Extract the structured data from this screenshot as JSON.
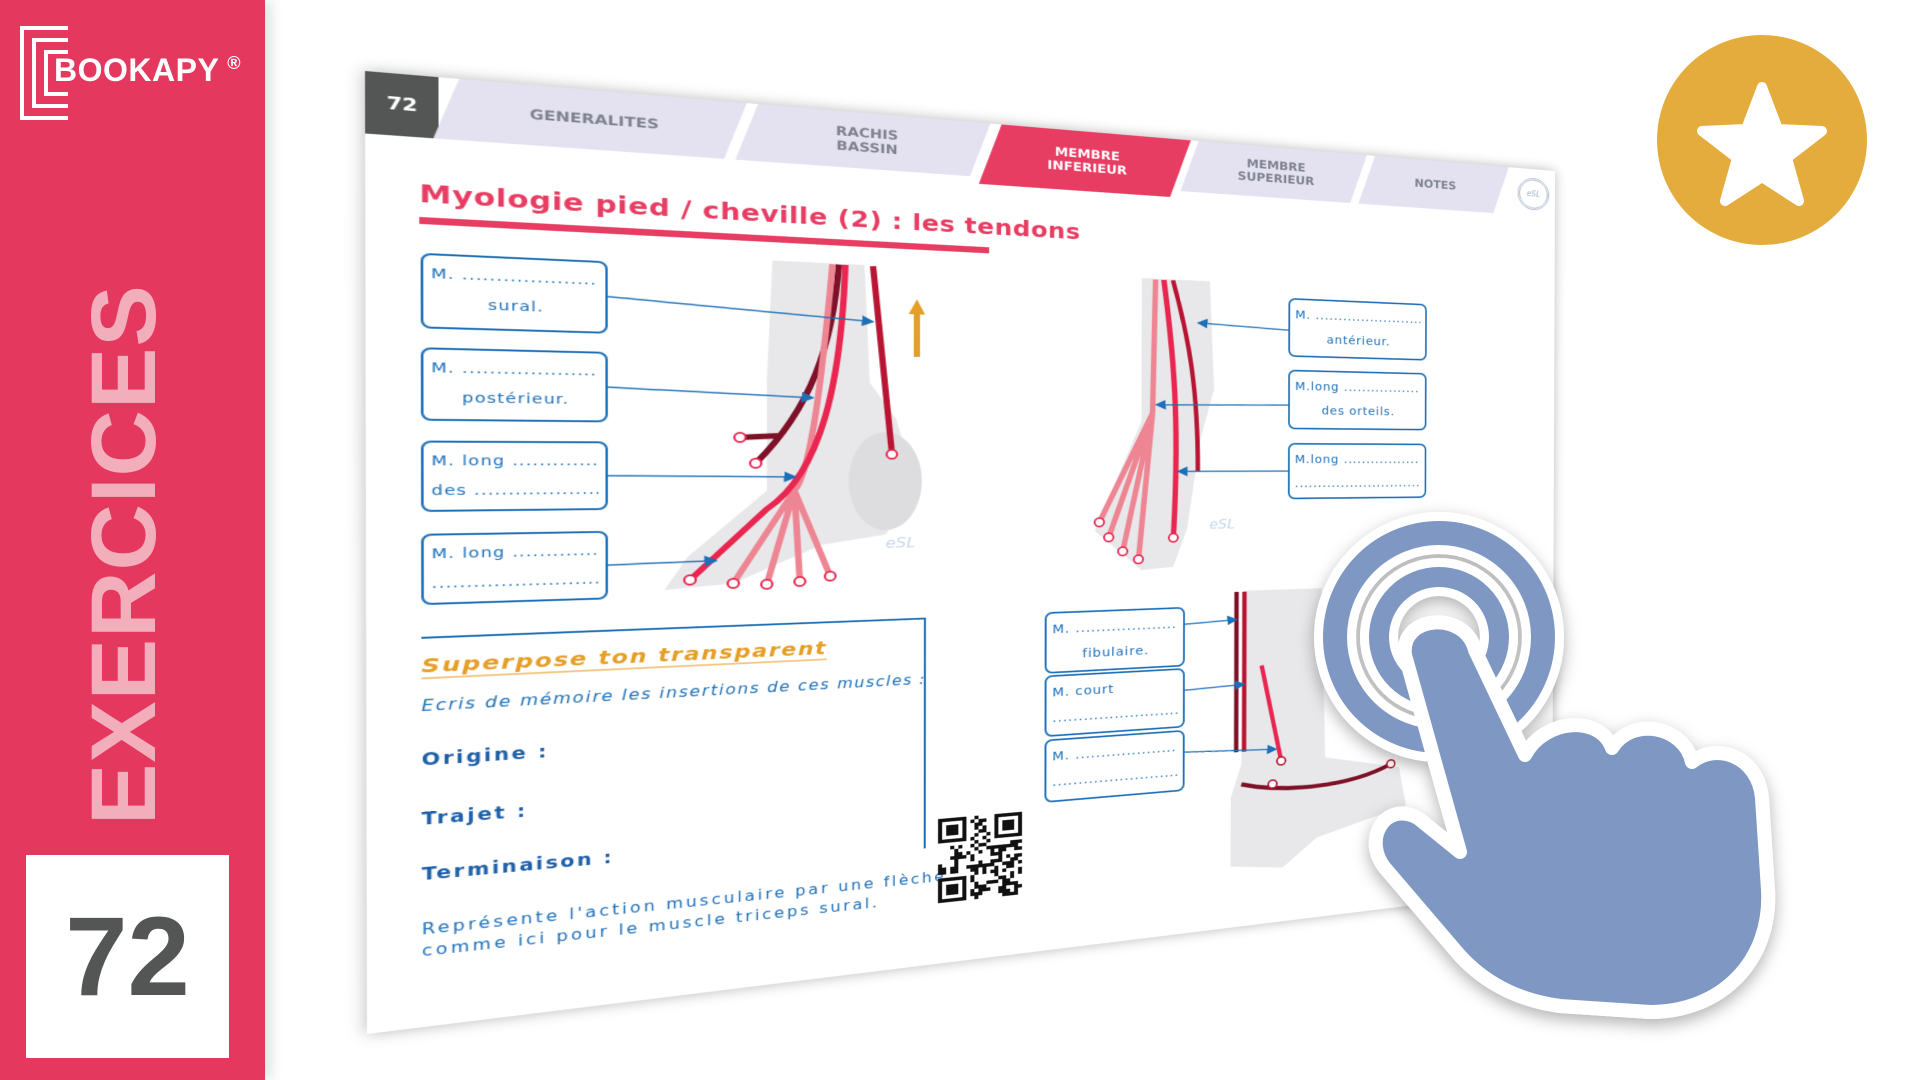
{
  "brand": {
    "name": "BOOKAPY",
    "mark": "®"
  },
  "sidebar": {
    "label": "EXERCICES",
    "number": "72"
  },
  "colors": {
    "brand": "#E5385F",
    "accent": "#E83D63",
    "blue": "#1D6FB8",
    "gold": "#E3AC3C",
    "hand": "#7F97C3"
  },
  "page": {
    "number": "72",
    "tabs": [
      {
        "label": "GENERALITES",
        "active": false
      },
      {
        "label": "RACHIS\nBASSIN",
        "active": false
      },
      {
        "label": "MEMBRE\nINFERIEUR",
        "active": true
      },
      {
        "label": "MEMBRE\nSUPERIEUR",
        "active": false
      },
      {
        "label": "NOTES",
        "active": false
      }
    ],
    "logo_text": "eSL",
    "title": "Myologie pied / cheville (2) : les tendons",
    "watermark": "eSL",
    "left_boxes": [
      {
        "line1": "M. ..........................",
        "line2": "sural."
      },
      {
        "line1": "M. ..........................",
        "line2": "postérieur."
      },
      {
        "line1": "M. long ...................",
        "line2": "des ......................"
      },
      {
        "line1": "M. long ...................",
        "line2": "..............................."
      }
    ],
    "right_boxes": [
      {
        "line1": "M. ...........................",
        "line2": "antérieur."
      },
      {
        "line1": "M.long .......................",
        "line2": "des orteils."
      },
      {
        "line1": "M.long .......................",
        "line2": "................................"
      }
    ],
    "bottom_boxes": [
      {
        "line1": "M. ..........................",
        "line2": "fibulaire."
      },
      {
        "line1": "M. court",
        "line2": "................................"
      },
      {
        "line1": "M. ..........................",
        "line2": "................................"
      }
    ],
    "exercise": {
      "heading": "Superpose ton transparent",
      "instruction": "Ecris de mémoire les insertions de ces muscles :",
      "origin_label": "Origine :",
      "path_label": "Trajet :",
      "insertion_label": "Terminaison :",
      "note_line1": "Représente l'action musculaire par une flèche,",
      "note_line2": "comme ici pour le muscle triceps sural."
    }
  }
}
